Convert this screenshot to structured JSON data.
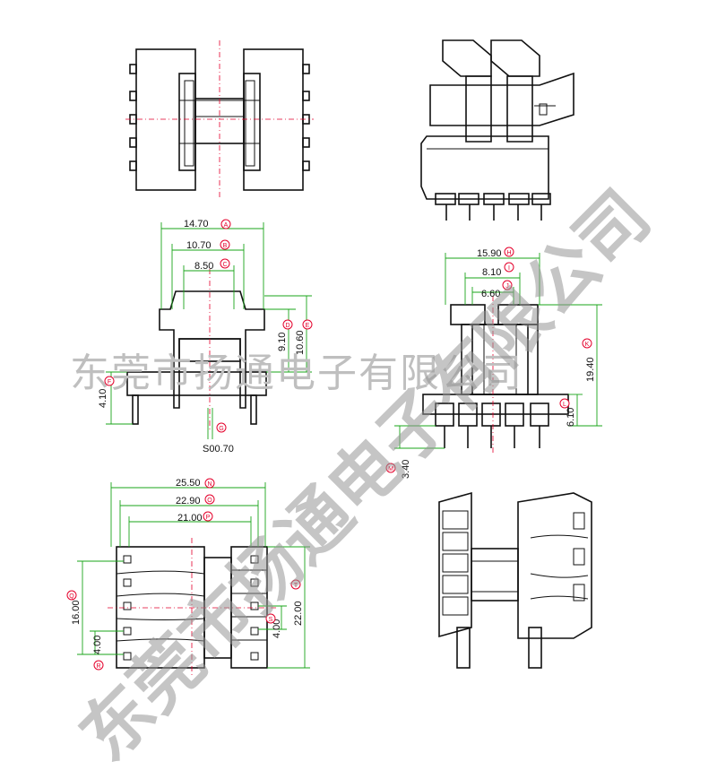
{
  "watermark": {
    "line_text": "东莞市扬通电子有限公司",
    "diagonal_text": "东莞市扬通电子有限公司"
  },
  "dimensions": {
    "side_a": {
      "value": "14.70",
      "marker": "A"
    },
    "side_b": {
      "value": "10.70",
      "marker": "B"
    },
    "side_c": {
      "value": "8.50",
      "marker": "C"
    },
    "side_d": {
      "value": "9.10",
      "marker": "D"
    },
    "side_e": {
      "value": "10.60",
      "marker": "E"
    },
    "side_f": {
      "value": "4.10",
      "marker": "F"
    },
    "side_g": {
      "value": "S00.70",
      "marker": "G"
    },
    "front_h": {
      "value": "15.90",
      "marker": "H"
    },
    "front_i": {
      "value": "8.10",
      "marker": "I"
    },
    "front_j": {
      "value": "6.60",
      "marker": "J"
    },
    "front_k": {
      "value": "19.40",
      "marker": "K"
    },
    "front_l": {
      "value": "6.10",
      "marker": "L"
    },
    "front_m": {
      "value": "3.40",
      "marker": "M"
    },
    "bottom_n": {
      "value": "25.50",
      "marker": "N"
    },
    "bottom_o": {
      "value": "22.90",
      "marker": "O"
    },
    "bottom_p": {
      "value": "21.00",
      "marker": "P"
    },
    "bottom_q": {
      "value": "16.00",
      "marker": "Q"
    },
    "bottom_r": {
      "value": "4.00",
      "marker": "R"
    },
    "bottom_s": {
      "value": "4.00",
      "marker": "S"
    },
    "bottom_t": {
      "value": "22.00",
      "marker": "T"
    }
  }
}
